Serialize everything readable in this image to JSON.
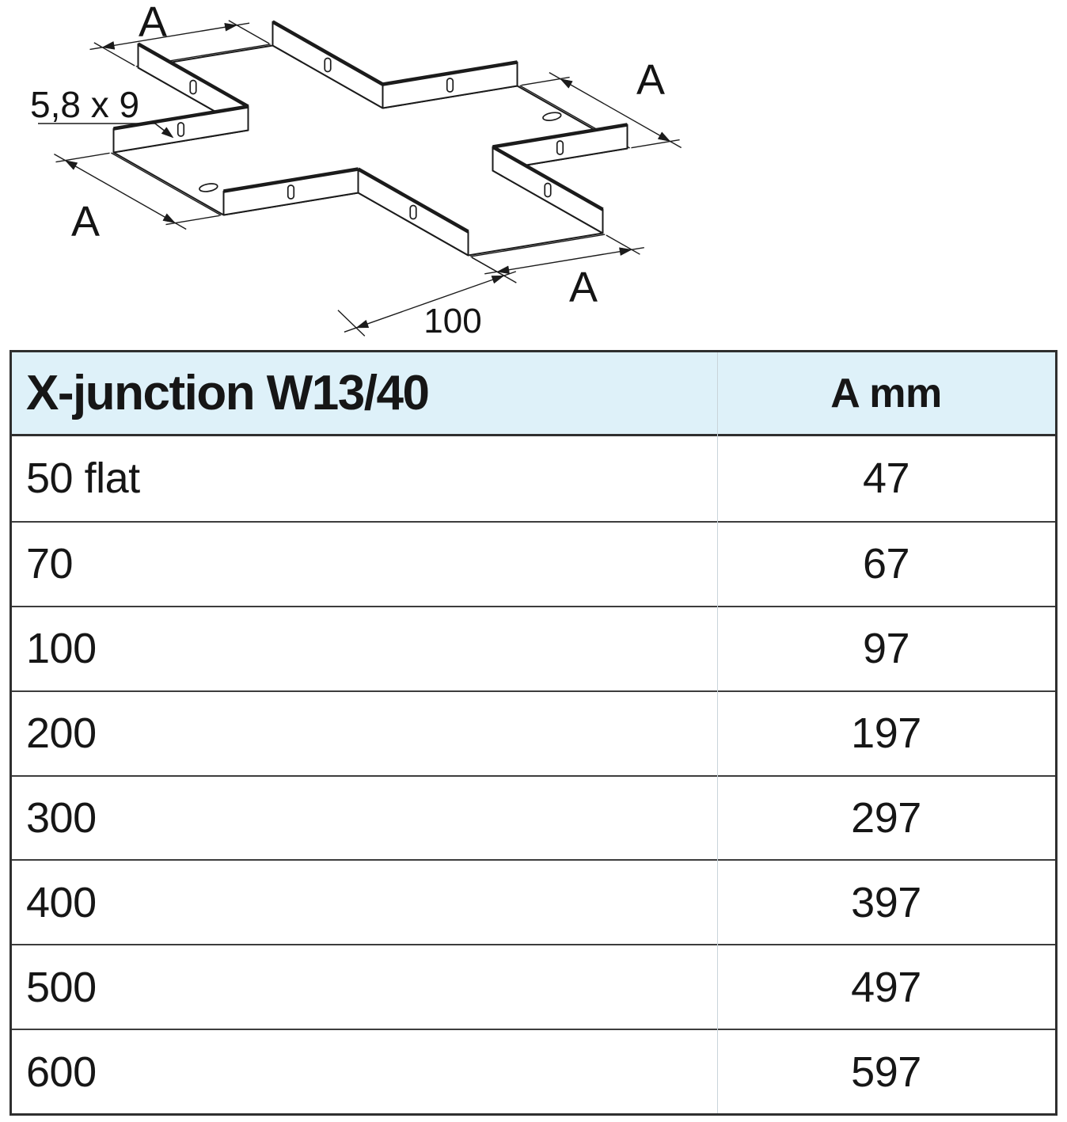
{
  "drawing": {
    "labels": {
      "arm_dimension": "A",
      "slot_size": "5,8 x 9",
      "center_width": "100"
    }
  },
  "table": {
    "header": {
      "product": "X-junction W13/40",
      "a_mm": "A mm"
    },
    "rows": [
      {
        "size": "50 flat",
        "a_mm": "47"
      },
      {
        "size": "70",
        "a_mm": "67"
      },
      {
        "size": "100",
        "a_mm": "97"
      },
      {
        "size": "200",
        "a_mm": "197"
      },
      {
        "size": "300",
        "a_mm": "297"
      },
      {
        "size": "400",
        "a_mm": "397"
      },
      {
        "size": "500",
        "a_mm": "497"
      },
      {
        "size": "600",
        "a_mm": "597"
      }
    ]
  }
}
